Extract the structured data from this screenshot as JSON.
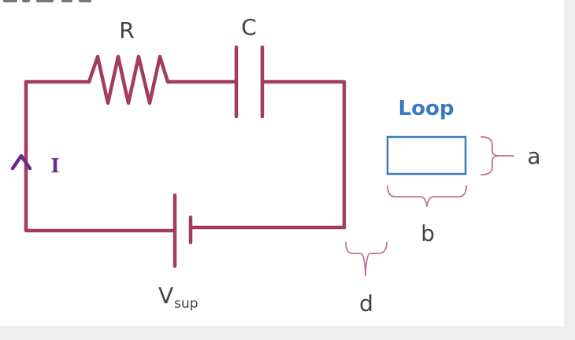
{
  "diagram": {
    "labels": {
      "resistor": "R",
      "capacitor": "C",
      "current": "I",
      "supply_main": "V",
      "supply_sub": "sup",
      "loop_title": "Loop",
      "loop_height": "a",
      "loop_width": "b",
      "distance": "d"
    },
    "colors": {
      "wire": "#a23a62",
      "current_arrow": "#6a2a8a",
      "loop": "#3b7bc2",
      "brace": "#c4729a",
      "label_text": "#444444"
    }
  }
}
